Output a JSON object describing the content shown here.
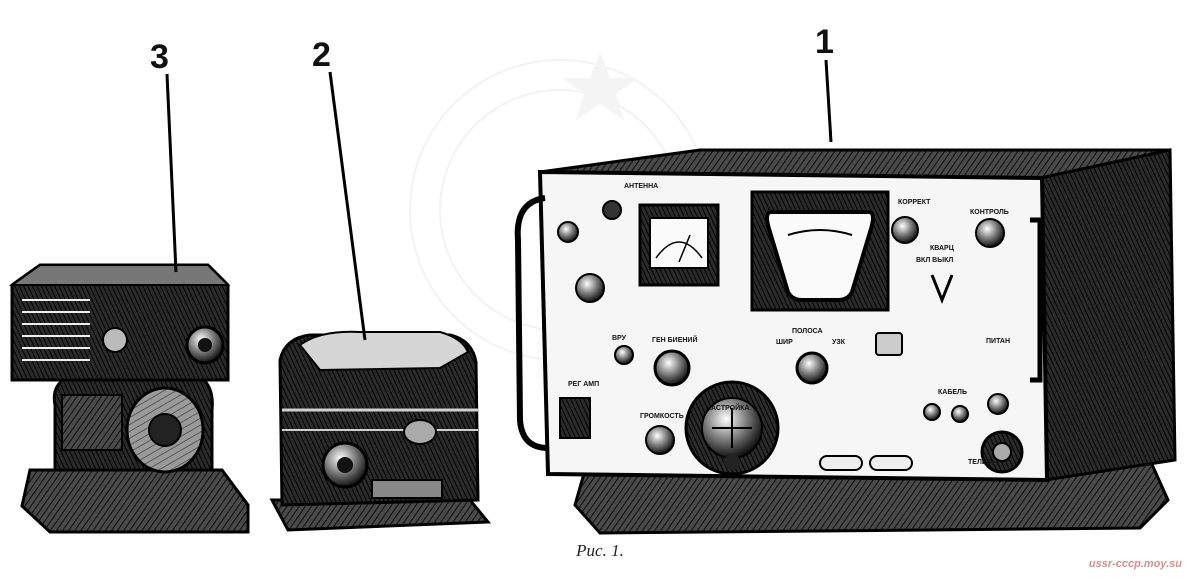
{
  "figure": {
    "caption": "Рис. 1.",
    "callouts": [
      "1",
      "2",
      "3"
    ],
    "watermark": "ussr-cccp.moy.su"
  },
  "panel_labels": {
    "antenna": "АНТЕННА",
    "correction": "КОРРЕКТ",
    "quartz": "КВАРЦ",
    "on_off": "ВКЛ  ВЫКЛ",
    "control": "КОНТРОЛЬ",
    "vru": "ВРУ",
    "gen_beat": "ГЕН БИЕНИЙ",
    "band": "ПОЛОСА",
    "wide": "ШИР",
    "narrow": "УЗК",
    "reg_amp": "РЕГ  АМП",
    "volume": "ГРОМКОСТЬ",
    "tuning": "НАСТРОЙКА",
    "power": "ПИТАН",
    "phones": "ТЕЛЕФ",
    "cable": "КАБЕЛЬ"
  }
}
